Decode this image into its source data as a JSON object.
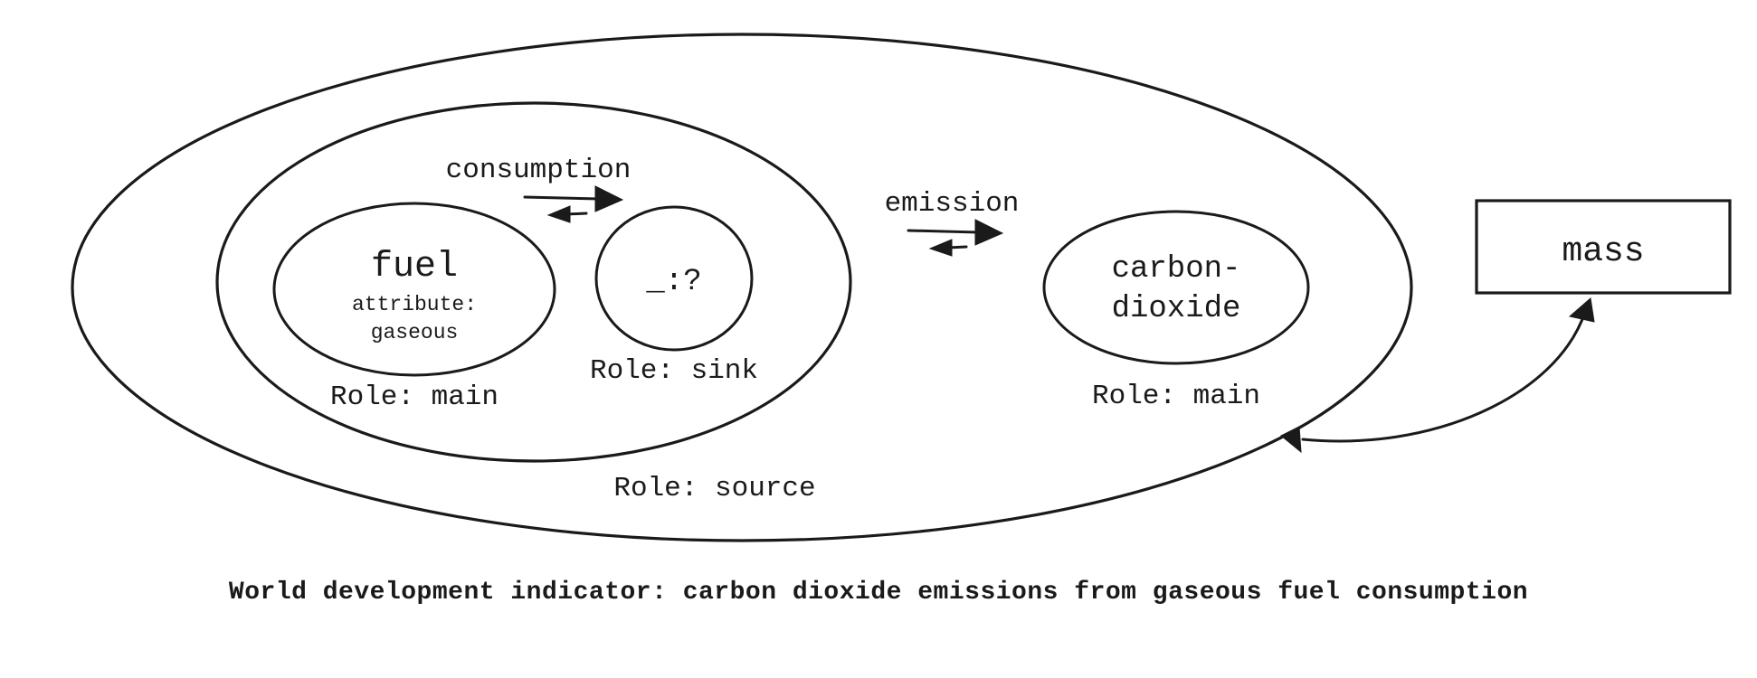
{
  "nodes": {
    "fuel": {
      "label": "fuel",
      "attribute_line1": "attribute:",
      "attribute_line2": "gaseous",
      "role": "Role: main"
    },
    "unknown": {
      "label": "_:?",
      "role": "Role: sink"
    },
    "carbon_dioxide": {
      "label_line1": "carbon-",
      "label_line2": "dioxide",
      "role": "Role: main"
    },
    "source_group": {
      "role": "Role: source"
    },
    "mass": {
      "label": "mass"
    }
  },
  "relations": {
    "consumption": "consumption",
    "emission": "emission"
  },
  "caption": "World development indicator: carbon dioxide emissions from gaseous fuel consumption"
}
